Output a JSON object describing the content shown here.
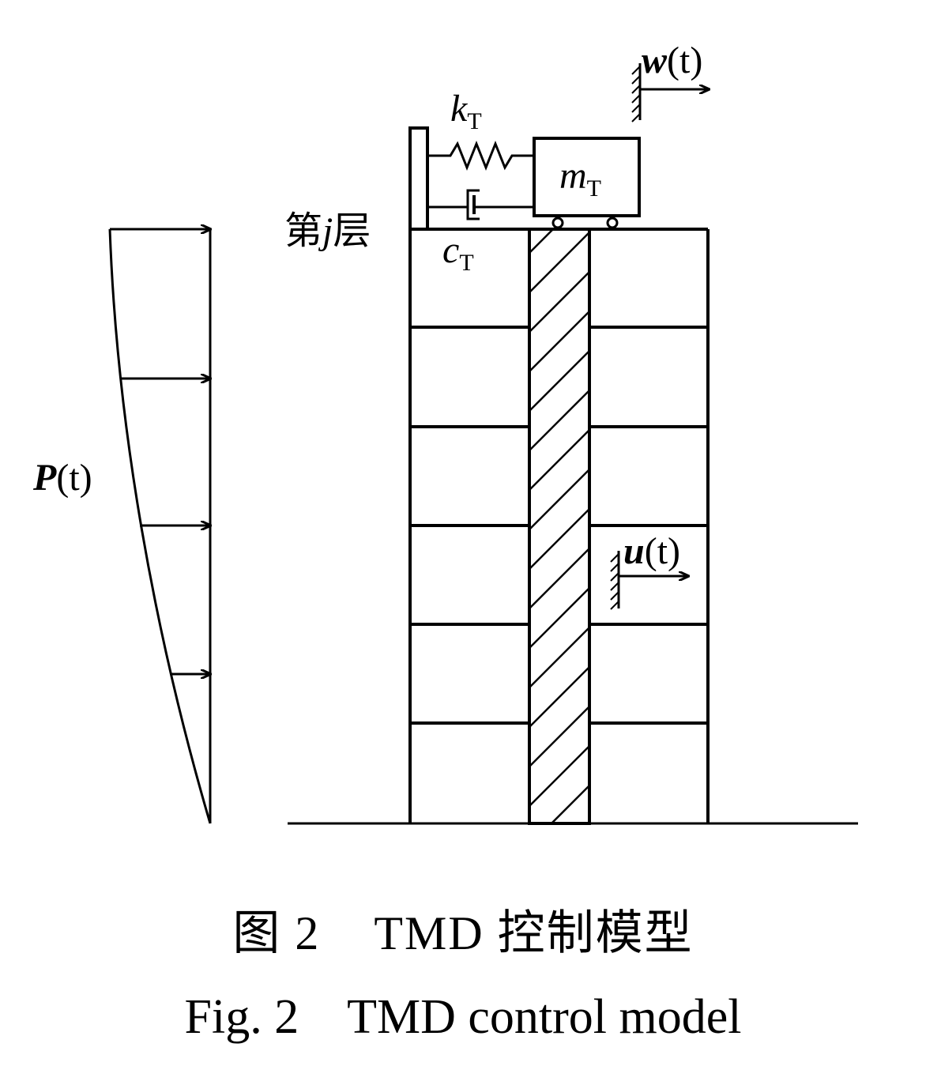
{
  "labels": {
    "floor_prefix": "第",
    "floor_var": "j",
    "floor_suffix": "层",
    "spring_k": "k",
    "spring_sub": "T",
    "mass_m": "m",
    "mass_sub": "T",
    "damper_c": "c",
    "damper_sub": "T",
    "wind_load_P": "P",
    "wind_load_arg": "(t)",
    "control_force_u": "u",
    "control_force_arg": "(t)",
    "disturbance_w": "w",
    "disturbance_arg": "(t)"
  },
  "caption": {
    "cn": "图 2    TMD 控制模型",
    "en": "Fig. 2    TMD control model"
  },
  "colors": {
    "line": "#000000",
    "background": "#ffffff"
  }
}
